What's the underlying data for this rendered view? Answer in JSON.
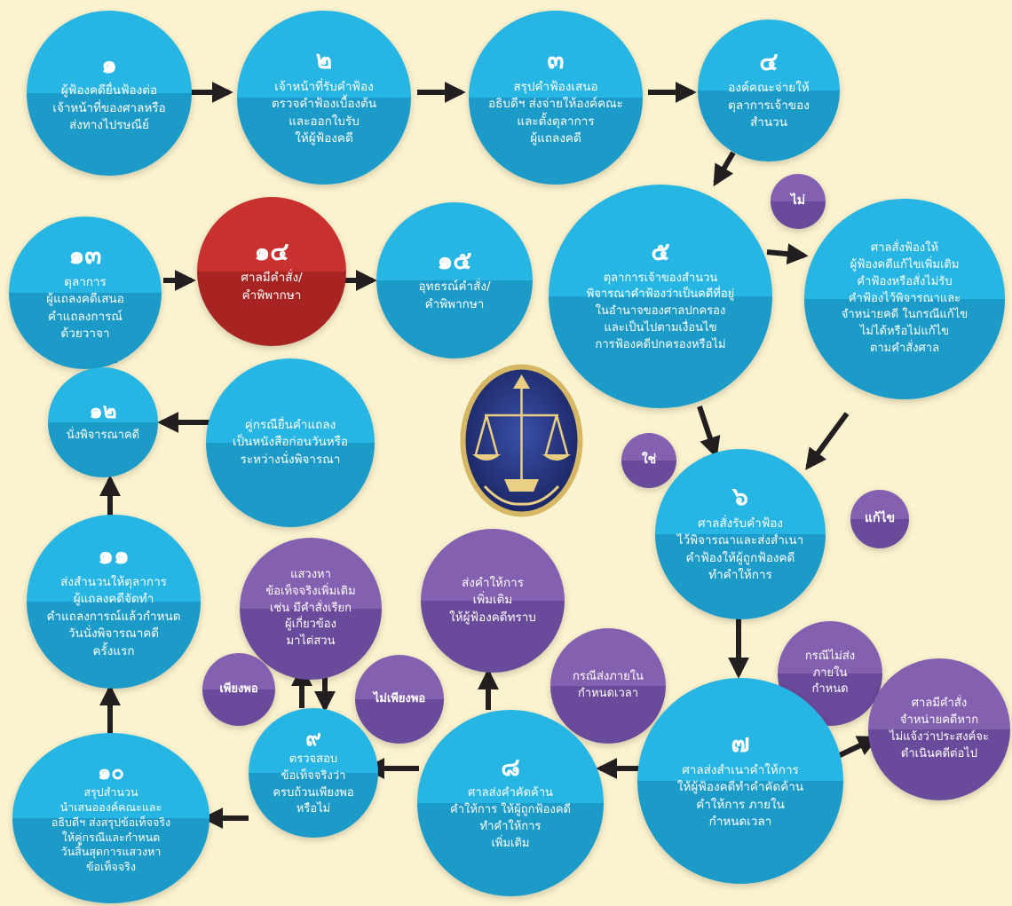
{
  "colors": {
    "background": "#fbf3cf",
    "step_blue": "#27b6e3",
    "step_red": "#c8312e",
    "condition_purple": "#8460b0",
    "arrow": "#231f20"
  },
  "emblem": {
    "icon": "scales-of-justice-emblem"
  },
  "steps": {
    "s1": {
      "number": "๑",
      "text": "ผู้ฟ้องคดียื่นฟ้องต่อ\nเจ้าหน้าที่ของศาลหรือ\nส่งทางไปรษณีย์"
    },
    "s2": {
      "number": "๒",
      "text": "เจ้าหน้าที่รับคำฟ้อง\nตรวจคำฟ้องเบื้องต้น\nและออกใบรับ\nให้ผู้ฟ้องคดี"
    },
    "s3": {
      "number": "๓",
      "text": "สรุปคำฟ้องเสนอ\nอธิบดีฯ ส่งจ่ายให้องค์คณะ\nและตั้งตุลาการ\nผู้แถลงคดี"
    },
    "s4": {
      "number": "๔",
      "text": "องค์คณะจ่ายให้\nตุลาการเจ้าของ\nสำนวน"
    },
    "s5": {
      "number": "๕",
      "text": "ตุลาการเจ้าของสำนวน\nพิจารณาคำฟ้องว่าเป็นคดีที่อยู่\nในอำนาจของศาลปกครอง\nและเป็นไปตามเงื่อนไข\nการฟ้องคดีปกครองหรือไม่"
    },
    "s5b": {
      "number": "",
      "text": "ศาลสั่งฟ้องให้\nผู้ฟ้องคดีแก้ไขเพิ่มเติม\nคำฟ้องหรือสั่งไม่รับ\nคำฟ้องไว้พิจารณาและ\nจำหน่ายคดี ในกรณีแก้ไข\nไม่ได้หรือไม่แก้ไข\nตามคำสั่งศาล"
    },
    "s6": {
      "number": "๖",
      "text": "ศาลสั่งรับคำฟ้อง\nไว้พิจารณาและส่งสำเนา\nคำฟ้องให้ผู้ถูกฟ้องคดี\nทำคำให้การ"
    },
    "s7": {
      "number": "๗",
      "text": "ศาลส่งสำเนาคำให้การ\nให้ผู้ฟ้องคดีทำคำคัดค้าน\nคำให้การ ภายใน\nกำหนดเวลา"
    },
    "s7b": {
      "number": "",
      "text": "ศาลมีคำสั่ง\nจำหน่ายคดีหาก\nไม่แจ้งว่าประสงค์จะ\nดำเนินคดีต่อไป"
    },
    "s8": {
      "number": "๘",
      "text": "ศาลส่งคำคัดค้าน\nคำให้การ ให้ผู้ถูกฟ้องคดี\nทำคำให้การ\nเพิ่มเติม"
    },
    "s9": {
      "number": "๙",
      "text": "ตรวจสอบ\nข้อเท็จจริงว่า\nครบถ้วนเพียงพอ\nหรือไม่"
    },
    "s10": {
      "number": "๑๐",
      "text": "สรุปสำนวน\nนำเสนอองค์คณะและ\nอธิบดีฯ ส่งสรุปข้อเท็จจริง\nให้คู่กรณีและกำหนด\nวันสิ้นสุดการแสวงหา\nข้อเท็จจริง"
    },
    "s11": {
      "number": "๑๑",
      "text": "ส่งสำนวนให้ตุลาการ\nผู้แถลงคดีจัดทำ\nคำแถลงการณ์แล้วกำหนด\nวันนั่งพิจารณาคดี\nครั้งแรก"
    },
    "s12": {
      "number": "๑๒",
      "text": "นั่งพิจารณาคดี"
    },
    "s12b": {
      "number": "",
      "text": "คู่กรณียื่นคำแถลง\nเป็นหนังสือก่อนวันหรือ\nระหว่างนั่งพิจารณา"
    },
    "s13": {
      "number": "๑๓",
      "text": "ตุลาการ\nผู้แถลงคดีเสนอ\nคำแถลงการณ์\nด้วยวาจา"
    },
    "s14": {
      "number": "๑๔",
      "text": "ศาลมีคำสั่ง/\nคำพิพากษา"
    },
    "s15": {
      "number": "๑๕",
      "text": "อุทธรณ์คำสั่ง/\nคำพิพากษา"
    }
  },
  "conditions": {
    "c_no": "ไม่",
    "c_yes": "ใช่",
    "c_fix": "แก้ไข",
    "c_notsent": "กรณีไม่ส่ง\nภายใน\nกำหนด",
    "c_sent": "กรณีส่งภายใน\nกำหนดเวลา",
    "c_morefact": "แสวงหา\nข้อเท็จจริงเพิ่มเติม\nเช่น มีคำสั่งเรียก\nผู้เกี่ยวข้อง\nมาไต่สวน",
    "c_enough": "เพียงพอ",
    "c_notenough": "ไม่เพียงพอ",
    "c_sendmore": "ส่งคำให้การ\nเพิ่มเติม\nให้ผู้ฟ้องคดีทราบ"
  }
}
